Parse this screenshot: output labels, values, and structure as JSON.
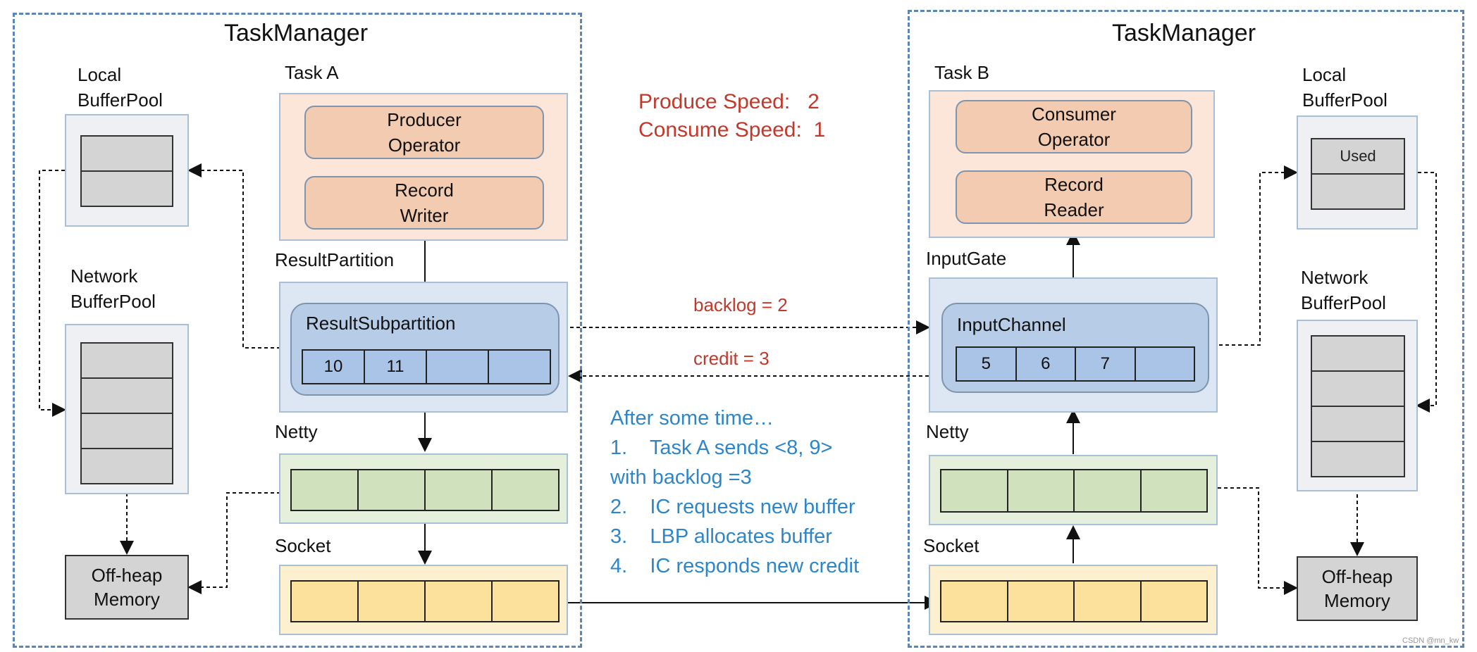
{
  "left_tm": {
    "title": "TaskManager",
    "local_pool_label": "Local\nBufferPool",
    "network_pool_label": "Network\nBufferPool",
    "task_label": "Task A",
    "producer_op": "Producer\nOperator",
    "record_writer": "Record\nWriter",
    "result_partition_label": "ResultPartition",
    "subpartition_label": "ResultSubpartition",
    "subpartition_cells": [
      "10",
      "11",
      "",
      ""
    ],
    "netty_label": "Netty",
    "socket_label": "Socket",
    "offheap": "Off-heap\nMemory"
  },
  "right_tm": {
    "title": "TaskManager",
    "local_pool_label": "Local\nBufferPool",
    "local_pool_used": "Used",
    "network_pool_label": "Network\nBufferPool",
    "task_label": "Task B",
    "consumer_op": "Consumer\nOperator",
    "record_reader": "Record\nReader",
    "input_gate_label": "InputGate",
    "channel_label": "InputChannel",
    "channel_cells": [
      "5",
      "6",
      "7",
      ""
    ],
    "netty_label": "Netty",
    "socket_label": "Socket",
    "offheap": "Off-heap\nMemory"
  },
  "speeds": {
    "produce": "Produce Speed:   2",
    "consume": "Consume Speed:  1"
  },
  "messages": {
    "backlog": "backlog = 2",
    "credit": "credit = 3"
  },
  "steps": [
    "After some time…",
    "1.    Task A sends <8, 9>",
    "with backlog =3",
    "2.    IC requests new buffer",
    "3.    LBP allocates buffer",
    "4.    IC responds new credit"
  ],
  "watermark": "CSDN @mn_kw",
  "colors": {
    "dashed_border": "#5b86b5",
    "red_text": "#c0392b",
    "blue_text": "#2e86c9"
  }
}
